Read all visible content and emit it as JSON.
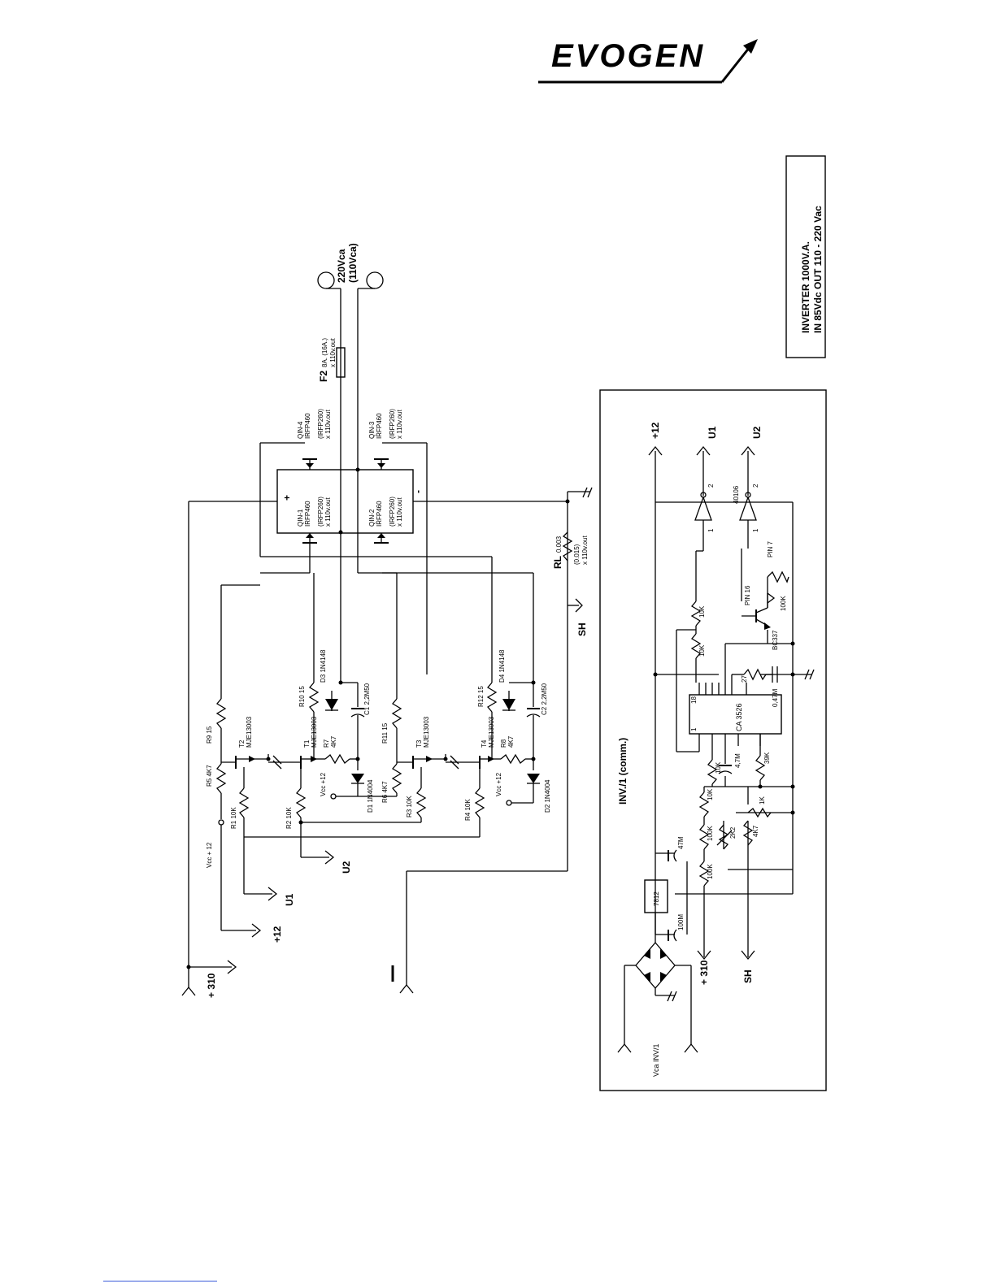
{
  "logo": {
    "text": "EVOGEN"
  },
  "title_box": {
    "line1": "INVERTER  1000V.A.",
    "line2": "IN  85Vdc    OUT 110 - 220 Vac"
  },
  "control_box": {
    "title": "INV./1  (comm.)"
  },
  "labels": {
    "out_220": "220Vca",
    "out_110": "(110Vca)",
    "f2": "F2",
    "f2_rating": "8A.   (16A.)",
    "f2_note": "x 110v.out",
    "qin4": "QIN-4",
    "qin4_part": "IRFP460",
    "qin4_alt": "(IRFP260)",
    "qin4_note": "x 110v.out",
    "qin3": "QIN-3",
    "qin3_part": "IRFP460",
    "qin3_alt": "(IRFP260)",
    "qin3_note": "x 110v.out",
    "qin1": "QIN-1",
    "qin1_part": "IRFP460",
    "qin1_alt": "(IRFP260)",
    "qin1_note": "x 110v.out",
    "qin2": "QIN-2",
    "qin2_part": "IRFP460",
    "qin2_alt": "(IRFP260)",
    "qin2_note": "x 110v.out",
    "plus": "+",
    "minus": "-",
    "rl": "RL",
    "rl_val": "0.003",
    "rl_alt": "(0.015)",
    "rl_note": "x 110v.out",
    "sh": "SH",
    "r9": "R9   15",
    "r5": "R5  4K7",
    "t2": "T2",
    "t2_part": "MJE13003",
    "t1": "T1",
    "t1_part": "MJE13003",
    "r10": "R10 15",
    "d3": "D3   1N4148",
    "c1": "C1    2,2M50",
    "r7": "R7",
    "r7_val": "4K7",
    "d1": "D1   1N4004",
    "r11": "R11 15",
    "r6": "R6   4K7",
    "t3": "T3",
    "t3_part": "MJE13003",
    "t4": "T4",
    "t4_part": "MJE13003",
    "r12": "R12 15",
    "d4": "D4   1N4148",
    "c2": "C2    2,2M50",
    "r8": "R8",
    "r8_val": "4K7",
    "d2": "D2   1N4004",
    "r1": "R1    10K",
    "r2": "R2    10K",
    "r3": "R3    10K",
    "r4": "R4    10K",
    "vcc12_left": "Vcc + 12",
    "vcc12_t1": "Vcc +12",
    "vcc12_t4": "Vcc +12",
    "u1": "U1",
    "u2": "U2",
    "p12": "+12",
    "p310": "+ 310",
    "minus_big": "—",
    "ctl_p12": "+12",
    "ctl_u1": "U1",
    "ctl_u2": "U2",
    "ctl_40106": "40106",
    "ctl_pin1a": "1",
    "ctl_pin2a": "2",
    "ctl_pin1b": "1",
    "ctl_pin2b": "2",
    "ctl_ca3526": "CA 3526",
    "ctl_pin18": "18",
    "ctl_pin1": "1",
    "ctl_10k_a": "10K",
    "ctl_10k_b": "10K",
    "ctl_10k_c": "10K",
    "ctl_10k_d": "10K",
    "ctl_pin16": "PIN 16",
    "ctl_pin7": "PIN 7",
    "ctl_100k_a": "100K",
    "ctl_bc337": "BC337",
    "ctl_27": "27",
    "ctl_047m": "0,47M",
    "ctl_47m": "4,7M",
    "ctl_39k": "39K",
    "ctl_1k": "1K",
    "ctl_2k2": "2K2",
    "ctl_4k7": "4K7",
    "ctl_100k_b": "100K",
    "ctl_100k_c": "100K",
    "ctl_7812": "7812",
    "ctl_47m_cap": "47M",
    "ctl_100m": "100M",
    "ctl_vca": "Vca  INV/1",
    "ctl_p310": "+ 310",
    "ctl_sh": "SH"
  }
}
